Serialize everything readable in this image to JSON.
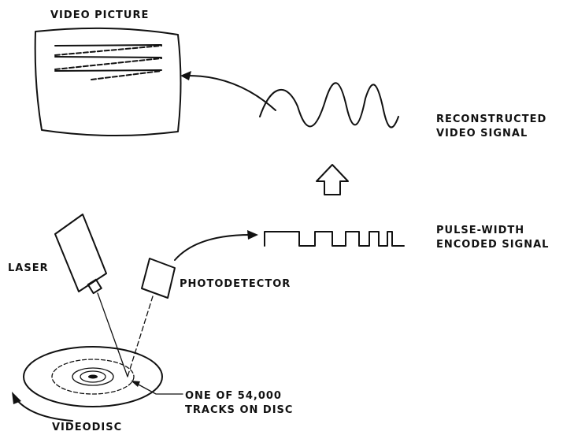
{
  "labels": {
    "video_picture": "VIDEO PICTURE",
    "reconstructed_line1": "RECONSTRUCTED",
    "reconstructed_line2": "VIDEO SIGNAL",
    "pulse_line1": "PULSE-WIDTH",
    "pulse_line2": "ENCODED SIGNAL",
    "laser": "LASER",
    "photodetector": "PHOTODETECTOR",
    "tracks_line1": "ONE OF 54,000",
    "tracks_line2": "TRACKS ON DISC",
    "videodisc": "VIDEODISC"
  }
}
